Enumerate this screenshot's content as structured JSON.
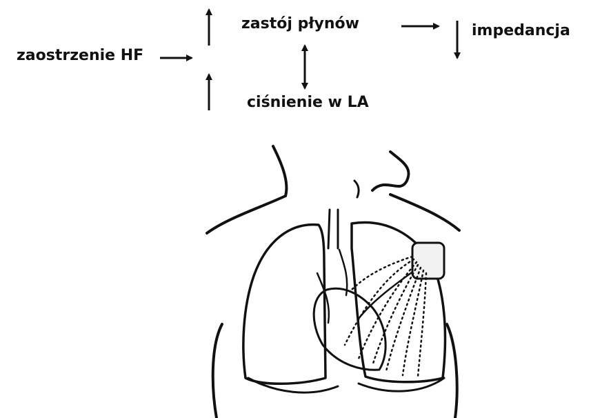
{
  "diagram": {
    "labels": {
      "hf": "zaostrzenie HF",
      "fluid": "zastój płynów",
      "impedance": "impedancja",
      "la_pressure": "ciśnienie w LA"
    },
    "arrows": {
      "hf_to_center": "right",
      "fluid_trend": "up",
      "la_trend": "up",
      "fluid_la_link": "bidirectional",
      "fluid_to_impedance": "right",
      "impedance_trend": "down"
    },
    "illustration": {
      "subject": "chest-torso-with-lungs-heart-and-implanted-device",
      "dotted_lines": "impedance-vectors-from-device-across-lung"
    },
    "colors": {
      "ink": "#111111",
      "background": "#ffffff",
      "device": "#f2f2f2"
    }
  }
}
